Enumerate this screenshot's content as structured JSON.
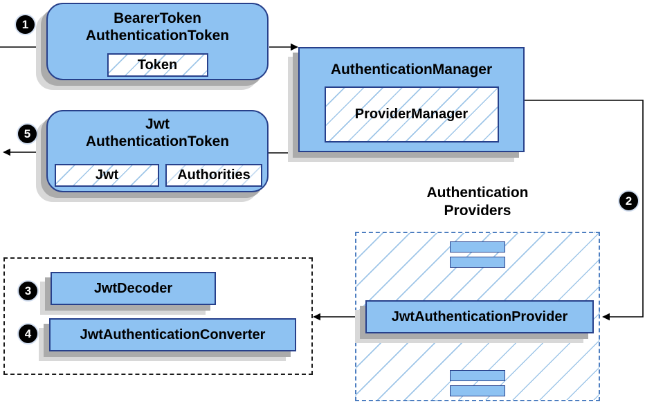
{
  "steps": {
    "s1": "1",
    "s2": "2",
    "s3": "3",
    "s4": "4",
    "s5": "5"
  },
  "bearer_node": {
    "title_line1": "BearerToken",
    "title_line2": "AuthenticationToken",
    "token_label": "Token"
  },
  "manager_node": {
    "title": "AuthenticationManager",
    "inner_label": "ProviderManager"
  },
  "jwt_node": {
    "title_line1": "Jwt",
    "title_line2": "AuthenticationToken",
    "inner1_label": "Jwt",
    "inner2_label": "Authorities"
  },
  "providers_group": {
    "label_line1": "Authentication",
    "label_line2": "Providers",
    "provider_label": "JwtAuthenticationProvider"
  },
  "converters_group": {
    "decoder_label": "JwtDecoder",
    "converter_label": "JwtAuthenticationConverter"
  },
  "colors": {
    "node_fill": "#8ec2f2",
    "node_border": "#27408b",
    "hatch": "#9fc6e8",
    "hatch_faint": "#c6dcf1",
    "shadow1": "#ababab",
    "shadow2": "#d8d8d8",
    "dashed_blue": "#4d7ec0",
    "dashed_black": "#1a1a1a",
    "line": "#000000"
  }
}
